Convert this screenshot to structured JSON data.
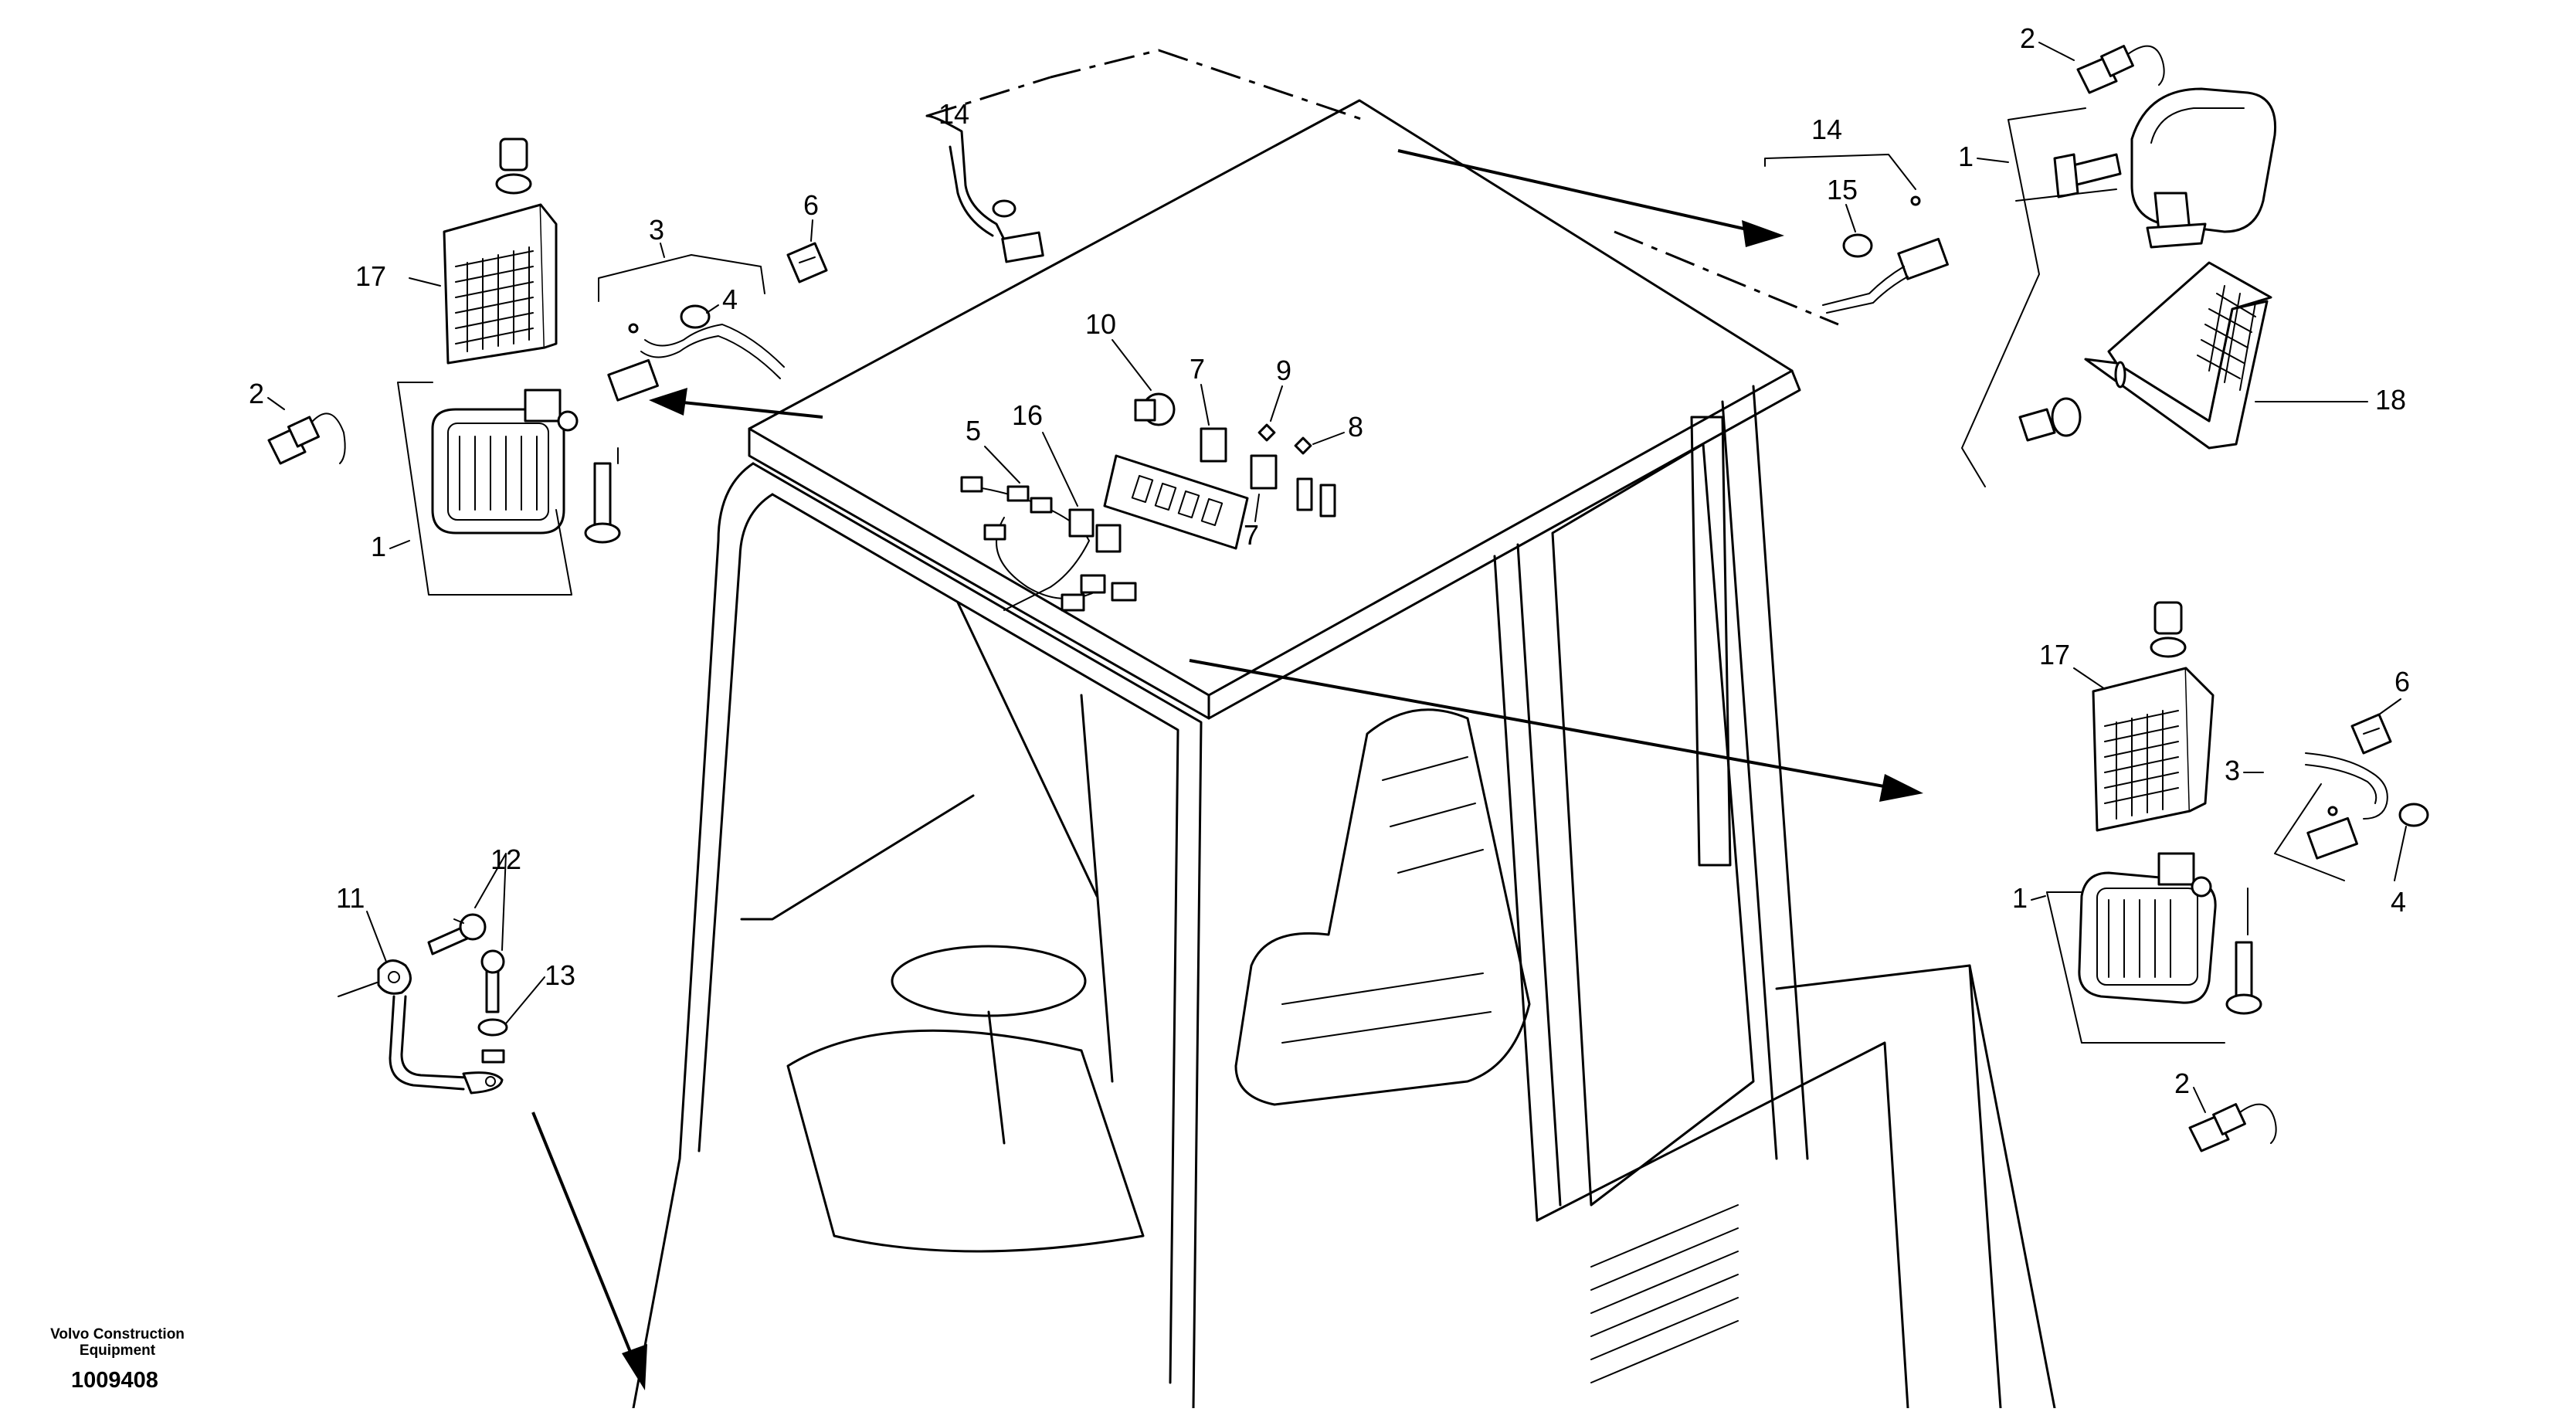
{
  "callouts": {
    "c1_left": "1",
    "c2_left": "2",
    "c3_left": "3",
    "c4_left": "4",
    "c6_left": "6",
    "c17_left": "17",
    "c14_top": "14",
    "c5": "5",
    "c16": "16",
    "c10": "10",
    "c7_a": "7",
    "c7_b": "7",
    "c9": "9",
    "c8": "8",
    "c2_top_right": "2",
    "c14_right": "14",
    "c15": "15",
    "c1_top_right": "1",
    "c18": "18",
    "c17_right": "17",
    "c6_right": "6",
    "c3_right": "3",
    "c1_right": "1",
    "c4_right": "4",
    "c2_bottom_right": "2",
    "c11": "11",
    "c12": "12",
    "c13": "13"
  },
  "footer": {
    "brand_line1": "Volvo Construction",
    "brand_line2": "Equipment",
    "figure_number": "1009408"
  }
}
